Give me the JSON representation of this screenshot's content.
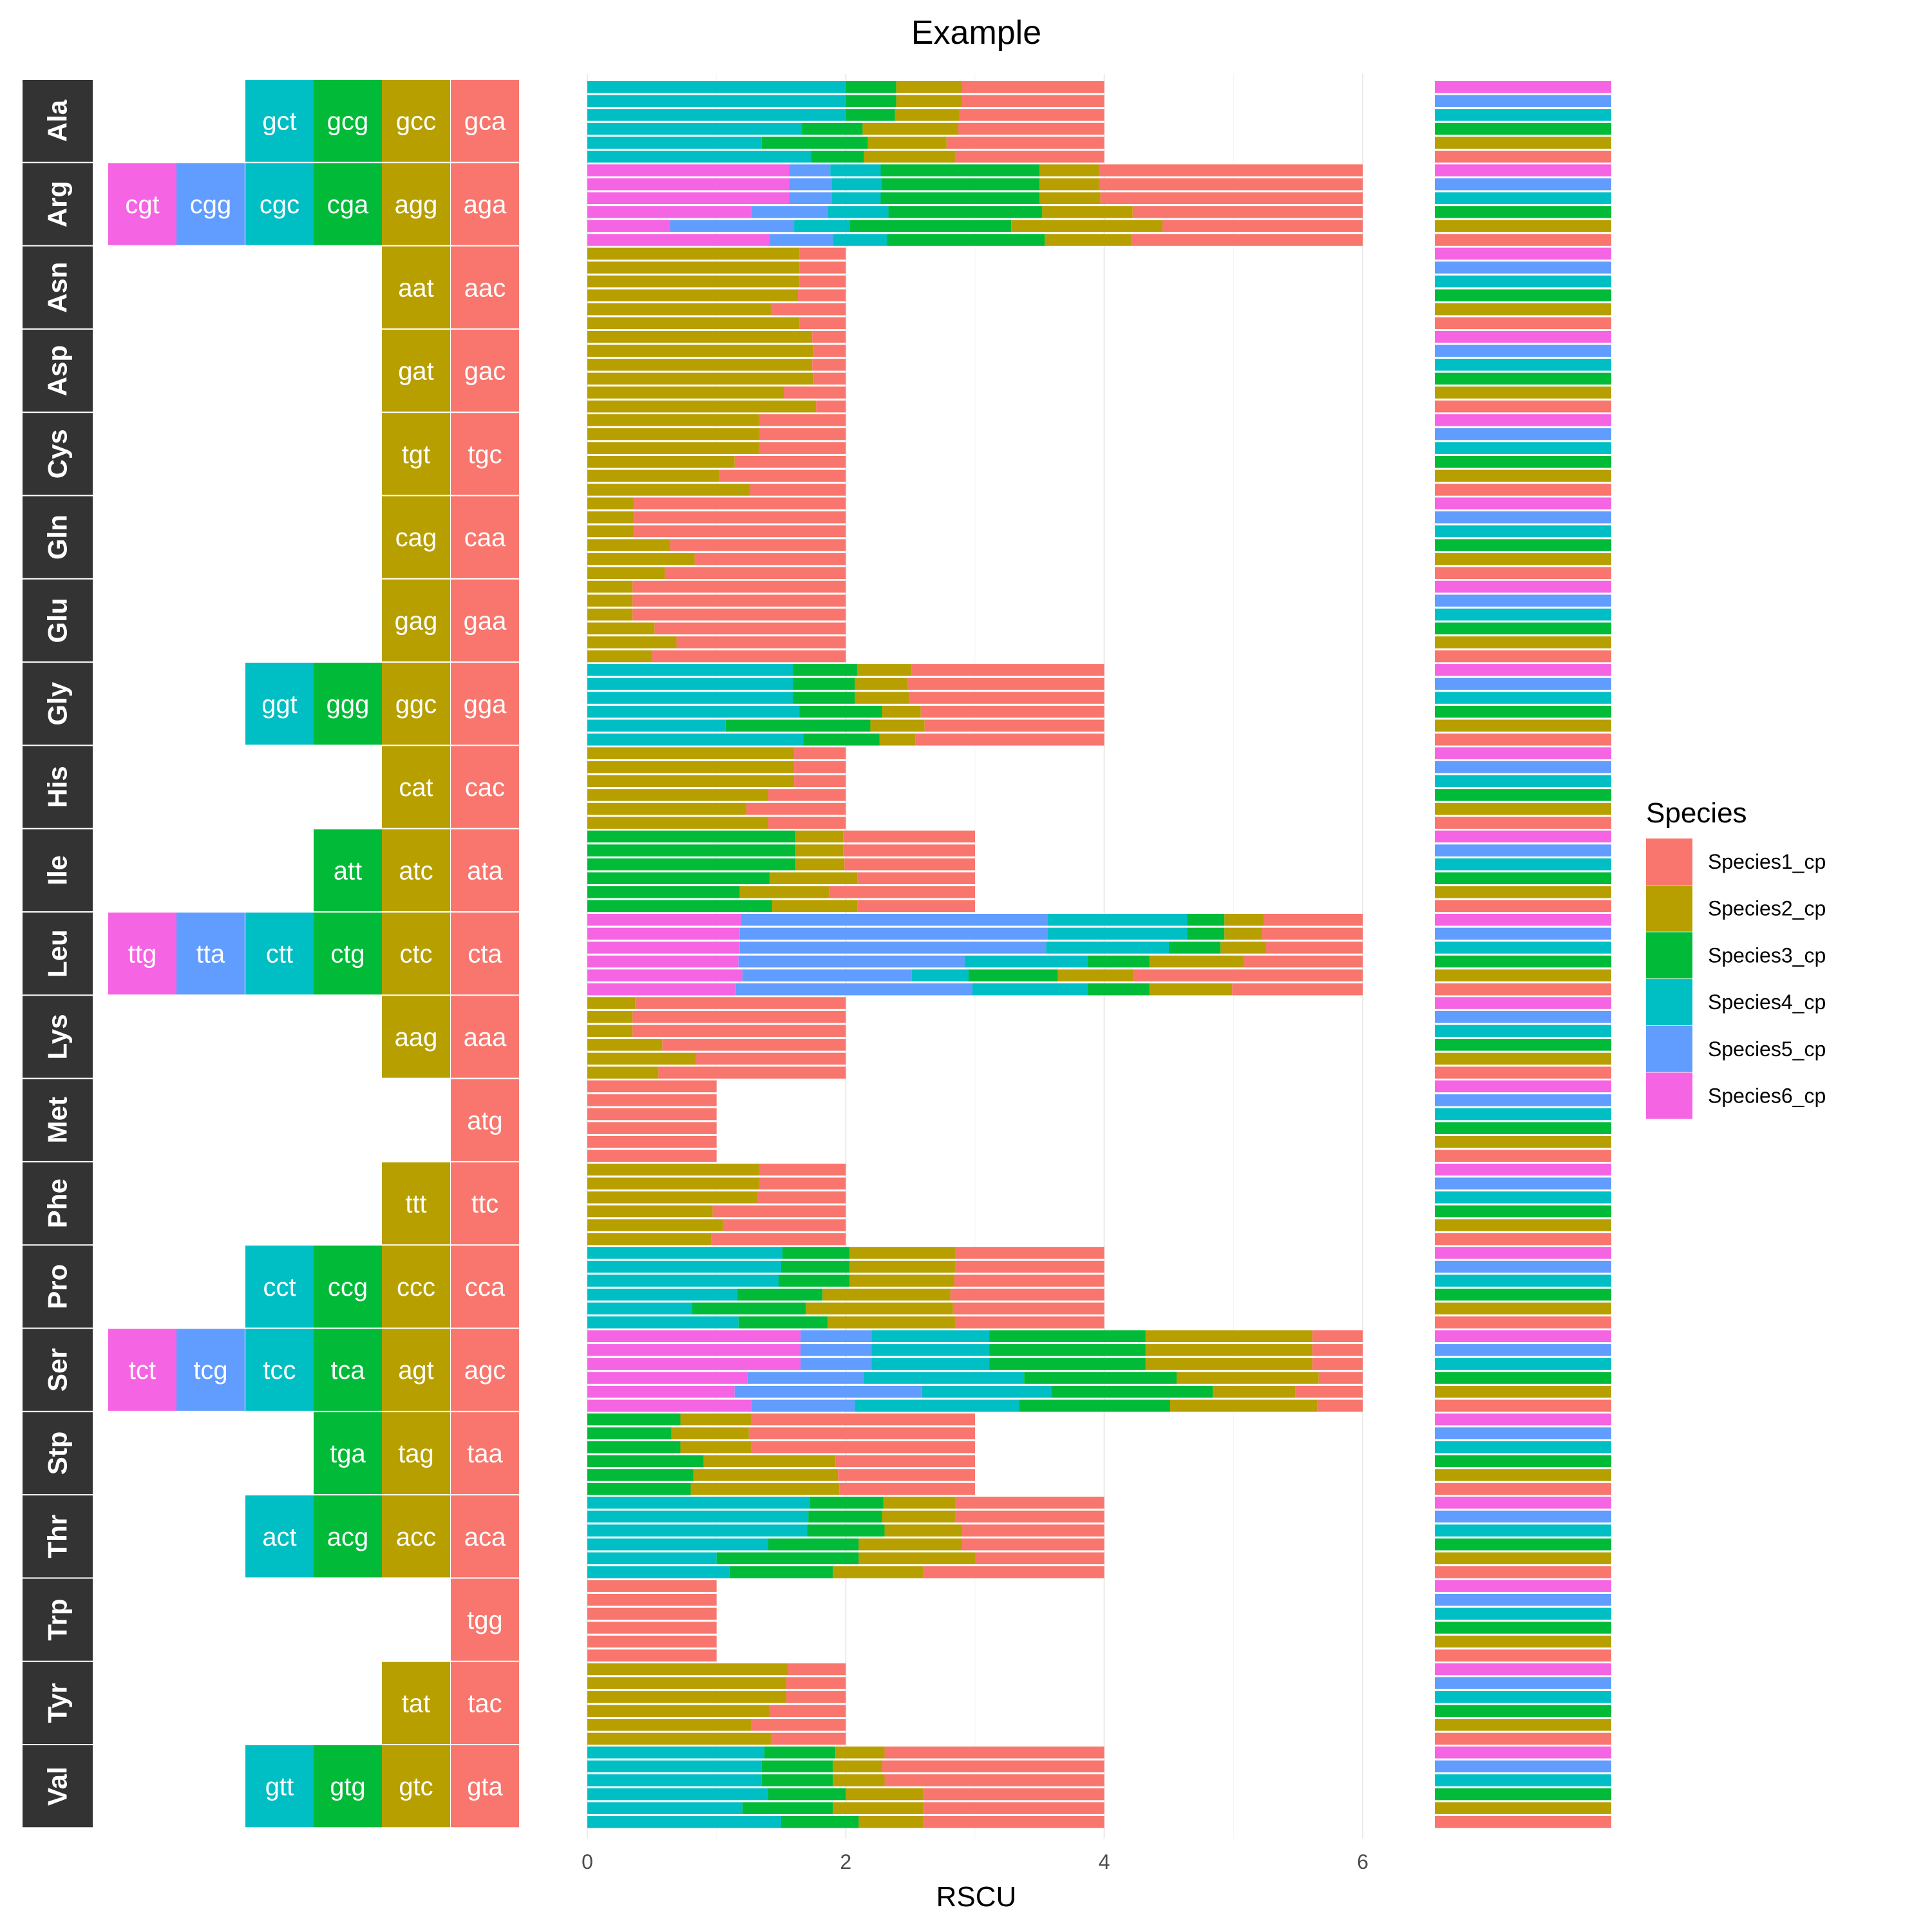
{
  "chart_data": {
    "type": "bar",
    "orientation": "horizontal",
    "stacked": true,
    "title": "Example",
    "xlabel": "RSCU",
    "ylabel": "",
    "xlim": [
      0,
      6
    ],
    "x_ticks": [
      0,
      2,
      4,
      6
    ],
    "grid": true,
    "legend": {
      "title": "Species",
      "position": "right"
    },
    "palette": {
      "Species1_cp": "#F8766D",
      "Species2_cp": "#B79F00",
      "Species3_cp": "#00BA38",
      "Species4_cp": "#00BFC4",
      "Species5_cp": "#619CFF",
      "Species6_cp": "#F564E3"
    },
    "codon_slot_colors": [
      "#F564E3",
      "#619CFF",
      "#00BFC4",
      "#00BA38",
      "#B79F00",
      "#F8766D"
    ],
    "series": [
      {
        "name": "Species1_cp"
      },
      {
        "name": "Species2_cp"
      },
      {
        "name": "Species3_cp"
      },
      {
        "name": "Species4_cp"
      },
      {
        "name": "Species5_cp"
      },
      {
        "name": "Species6_cp"
      }
    ],
    "amino_acids": [
      {
        "aa": "Val",
        "codons": [
          "gtt",
          "gtg",
          "gtc",
          "gta"
        ],
        "bars": [
          [
            1.5,
            0.6,
            0.5,
            1.4
          ],
          [
            1.2,
            0.7,
            0.7,
            1.4
          ],
          [
            1.4,
            0.6,
            0.6,
            1.4
          ],
          [
            1.35,
            0.55,
            0.4,
            1.7
          ],
          [
            1.35,
            0.55,
            0.38,
            1.72
          ],
          [
            1.37,
            0.55,
            0.38,
            1.7
          ]
        ]
      },
      {
        "aa": "Tyr",
        "codons": [
          "tat",
          "tac"
        ],
        "bars": [
          [
            1.42,
            0.58
          ],
          [
            1.27,
            0.73
          ],
          [
            1.41,
            0.59
          ],
          [
            1.54,
            0.46
          ],
          [
            1.54,
            0.46
          ],
          [
            1.55,
            0.45
          ]
        ]
      },
      {
        "aa": "Trp",
        "codons": [
          "tgg"
        ],
        "bars": [
          [
            1
          ],
          [
            1
          ],
          [
            1
          ],
          [
            1
          ],
          [
            1
          ],
          [
            1
          ]
        ]
      },
      {
        "aa": "Thr",
        "codons": [
          "act",
          "acg",
          "acc",
          "aca"
        ],
        "bars": [
          [
            1.1,
            0.8,
            0.7,
            1.4
          ],
          [
            1.0,
            1.1,
            0.9,
            1.0
          ],
          [
            1.4,
            0.7,
            0.8,
            1.1
          ],
          [
            1.7,
            0.6,
            0.6,
            1.1
          ],
          [
            1.71,
            0.57,
            0.57,
            1.15
          ],
          [
            1.72,
            0.57,
            0.56,
            1.15
          ]
        ]
      },
      {
        "aa": "Stp",
        "codons": [
          "tga",
          "tag",
          "taa"
        ],
        "bars": [
          [
            0.8,
            1.15,
            1.05
          ],
          [
            0.82,
            1.12,
            1.06
          ],
          [
            0.9,
            1.02,
            1.08
          ],
          [
            0.72,
            0.55,
            1.73
          ],
          [
            0.65,
            0.6,
            1.75
          ],
          [
            0.72,
            0.55,
            1.73
          ]
        ]
      },
      {
        "aa": "Ser",
        "codons": [
          "tct",
          "tcg",
          "tcc",
          "tca",
          "agt",
          "agc"
        ],
        "bars": [
          [
            1.27,
            0.8,
            1.27,
            1.17,
            1.14,
            0.35
          ],
          [
            1.14,
            1.45,
            1.0,
            1.25,
            0.64,
            0.52
          ],
          [
            1.24,
            0.9,
            1.24,
            1.18,
            1.1,
            0.34
          ],
          [
            1.65,
            0.55,
            0.91,
            1.21,
            1.29,
            0.39
          ],
          [
            1.65,
            0.55,
            0.91,
            1.21,
            1.29,
            0.39
          ],
          [
            1.65,
            0.55,
            0.91,
            1.21,
            1.29,
            0.39
          ]
        ]
      },
      {
        "aa": "Pro",
        "codons": [
          "cct",
          "ccg",
          "ccc",
          "cca"
        ],
        "bars": [
          [
            1.17,
            0.69,
            0.99,
            1.15
          ],
          [
            0.81,
            0.88,
            1.14,
            1.17
          ],
          [
            1.16,
            0.66,
            0.99,
            1.19
          ],
          [
            1.48,
            0.55,
            0.81,
            1.16
          ],
          [
            1.5,
            0.53,
            0.82,
            1.15
          ],
          [
            1.51,
            0.52,
            0.82,
            1.15
          ]
        ]
      },
      {
        "aa": "Phe",
        "codons": [
          "ttt",
          "ttc"
        ],
        "bars": [
          [
            0.96,
            1.04
          ],
          [
            1.05,
            0.95
          ],
          [
            0.97,
            1.03
          ],
          [
            1.32,
            0.68
          ],
          [
            1.33,
            0.67
          ],
          [
            1.33,
            0.67
          ]
        ]
      },
      {
        "aa": "Met",
        "codons": [
          "atg"
        ],
        "bars": [
          [
            1
          ],
          [
            1
          ],
          [
            1
          ],
          [
            1
          ],
          [
            1
          ],
          [
            1
          ]
        ]
      },
      {
        "aa": "Lys",
        "codons": [
          "aag",
          "aaa"
        ],
        "bars": [
          [
            0.55,
            1.45
          ],
          [
            0.84,
            1.16
          ],
          [
            0.58,
            1.42
          ],
          [
            0.35,
            1.65
          ],
          [
            0.35,
            1.65
          ],
          [
            0.37,
            1.63
          ]
        ]
      },
      {
        "aa": "Leu",
        "codons": [
          "ttg",
          "tta",
          "ctt",
          "ctg",
          "ctc",
          "cta"
        ],
        "bars": [
          [
            1.15,
            1.83,
            0.89,
            0.48,
            0.64,
            1.01
          ],
          [
            1.2,
            1.31,
            0.44,
            0.69,
            0.59,
            1.77
          ],
          [
            1.17,
            1.75,
            0.95,
            0.48,
            0.73,
            0.92
          ],
          [
            1.18,
            2.37,
            0.95,
            0.4,
            0.35,
            0.75
          ],
          [
            1.18,
            2.38,
            1.08,
            0.29,
            0.29,
            0.78
          ],
          [
            1.19,
            2.37,
            1.08,
            0.29,
            0.3,
            0.77
          ]
        ]
      },
      {
        "aa": "Ile",
        "codons": [
          "att",
          "atc",
          "ata"
        ],
        "bars": [
          [
            1.43,
            0.66,
            0.91
          ],
          [
            1.18,
            0.69,
            1.13
          ],
          [
            1.41,
            0.68,
            0.91
          ],
          [
            1.61,
            0.38,
            1.01
          ],
          [
            1.61,
            0.37,
            1.02
          ],
          [
            1.61,
            0.37,
            1.02
          ]
        ]
      },
      {
        "aa": "His",
        "codons": [
          "cat",
          "cac"
        ],
        "bars": [
          [
            1.4,
            0.6
          ],
          [
            1.23,
            0.77
          ],
          [
            1.4,
            0.6
          ],
          [
            1.6,
            0.4
          ],
          [
            1.6,
            0.4
          ],
          [
            1.6,
            0.4
          ]
        ]
      },
      {
        "aa": "Gly",
        "codons": [
          "ggt",
          "ggg",
          "ggc",
          "gga"
        ],
        "bars": [
          [
            1.67,
            0.59,
            0.28,
            1.46
          ],
          [
            1.07,
            1.12,
            0.42,
            1.39
          ],
          [
            1.64,
            0.64,
            0.3,
            1.42
          ],
          [
            1.59,
            0.48,
            0.42,
            1.51
          ],
          [
            1.59,
            0.48,
            0.41,
            1.52
          ],
          [
            1.59,
            0.5,
            0.42,
            1.49
          ]
        ]
      },
      {
        "aa": "Glu",
        "codons": [
          "gag",
          "gaa"
        ],
        "bars": [
          [
            0.5,
            1.5
          ],
          [
            0.69,
            1.31
          ],
          [
            0.52,
            1.48
          ],
          [
            0.35,
            1.65
          ],
          [
            0.35,
            1.65
          ],
          [
            0.35,
            1.65
          ]
        ]
      },
      {
        "aa": "Gln",
        "codons": [
          "cag",
          "caa"
        ],
        "bars": [
          [
            0.6,
            1.4
          ],
          [
            0.83,
            1.17
          ],
          [
            0.64,
            1.36
          ],
          [
            0.36,
            1.64
          ],
          [
            0.36,
            1.64
          ],
          [
            0.36,
            1.64
          ]
        ]
      },
      {
        "aa": "Cys",
        "codons": [
          "tgt",
          "tgc"
        ],
        "bars": [
          [
            1.26,
            0.74
          ],
          [
            1.02,
            0.98
          ],
          [
            1.14,
            0.86
          ],
          [
            1.33,
            0.67
          ],
          [
            1.33,
            0.67
          ],
          [
            1.33,
            0.67
          ]
        ]
      },
      {
        "aa": "Asp",
        "codons": [
          "gat",
          "gac"
        ],
        "bars": [
          [
            1.77,
            0.23
          ],
          [
            1.52,
            0.48
          ],
          [
            1.75,
            0.25
          ],
          [
            1.74,
            0.26
          ],
          [
            1.75,
            0.25
          ],
          [
            1.74,
            0.26
          ]
        ]
      },
      {
        "aa": "Asn",
        "codons": [
          "aat",
          "aac"
        ],
        "bars": [
          [
            1.64,
            0.36
          ],
          [
            1.42,
            0.58
          ],
          [
            1.63,
            0.37
          ],
          [
            1.64,
            0.36
          ],
          [
            1.64,
            0.36
          ],
          [
            1.64,
            0.36
          ]
        ]
      },
      {
        "aa": "Arg",
        "codons": [
          "cgt",
          "cgg",
          "cgc",
          "cga",
          "agg",
          "aga"
        ],
        "bars": [
          [
            1.41,
            0.49,
            0.42,
            1.22,
            0.67,
            1.79
          ],
          [
            0.64,
            0.96,
            0.43,
            1.25,
            1.17,
            1.55
          ],
          [
            1.27,
            0.59,
            0.47,
            1.19,
            0.7,
            1.78
          ],
          [
            1.56,
            0.33,
            0.38,
            1.23,
            0.47,
            2.03
          ],
          [
            1.56,
            0.33,
            0.39,
            1.22,
            0.46,
            2.04
          ],
          [
            1.56,
            0.32,
            0.39,
            1.23,
            0.46,
            2.04
          ]
        ]
      },
      {
        "aa": "Ala",
        "codons": [
          "gct",
          "gcg",
          "gcc",
          "gca"
        ],
        "bars": [
          [
            1.73,
            0.41,
            0.71,
            1.15
          ],
          [
            1.35,
            0.82,
            0.61,
            1.22
          ],
          [
            1.66,
            0.47,
            0.74,
            1.13
          ],
          [
            2.0,
            0.38,
            0.5,
            1.12
          ],
          [
            2.0,
            0.39,
            0.51,
            1.1
          ],
          [
            2.0,
            0.39,
            0.51,
            1.1
          ]
        ]
      }
    ]
  }
}
